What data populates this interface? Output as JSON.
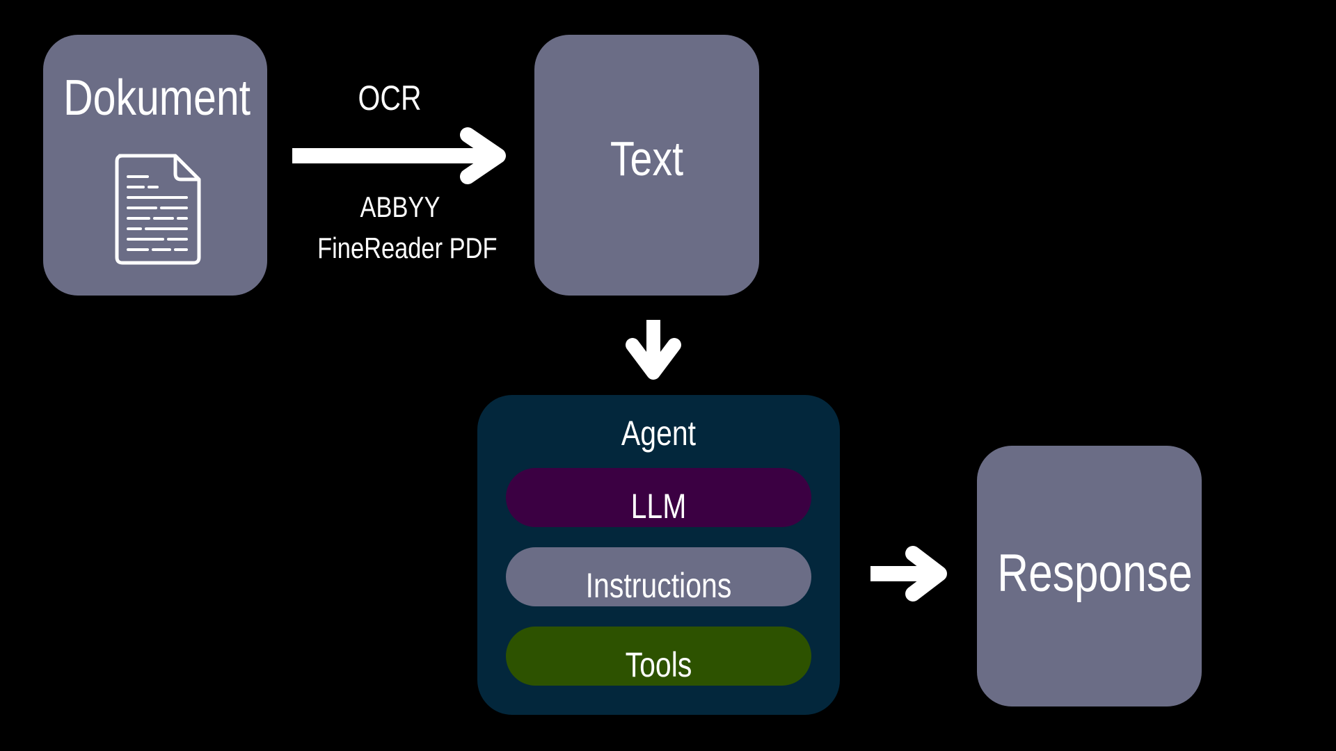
{
  "nodes": {
    "document": {
      "label": "Dokument",
      "icon": "document-icon"
    },
    "text": {
      "label": "Text"
    },
    "agent": {
      "label": "Agent",
      "components": {
        "llm": "LLM",
        "instructions": "Instructions",
        "tools": "Tools"
      }
    },
    "response": {
      "label": "Response"
    }
  },
  "edges": {
    "document_to_text": {
      "top_label": "OCR",
      "bottom_label_line1": "ABBYY",
      "bottom_label_line2": "FineReader PDF"
    }
  },
  "colors": {
    "background": "#000000",
    "node": "#6b6d86",
    "agent": "#03273c",
    "llm": "#3b0042",
    "instructions": "#6b6d86",
    "tools": "#2d5200",
    "text": "#ffffff"
  }
}
